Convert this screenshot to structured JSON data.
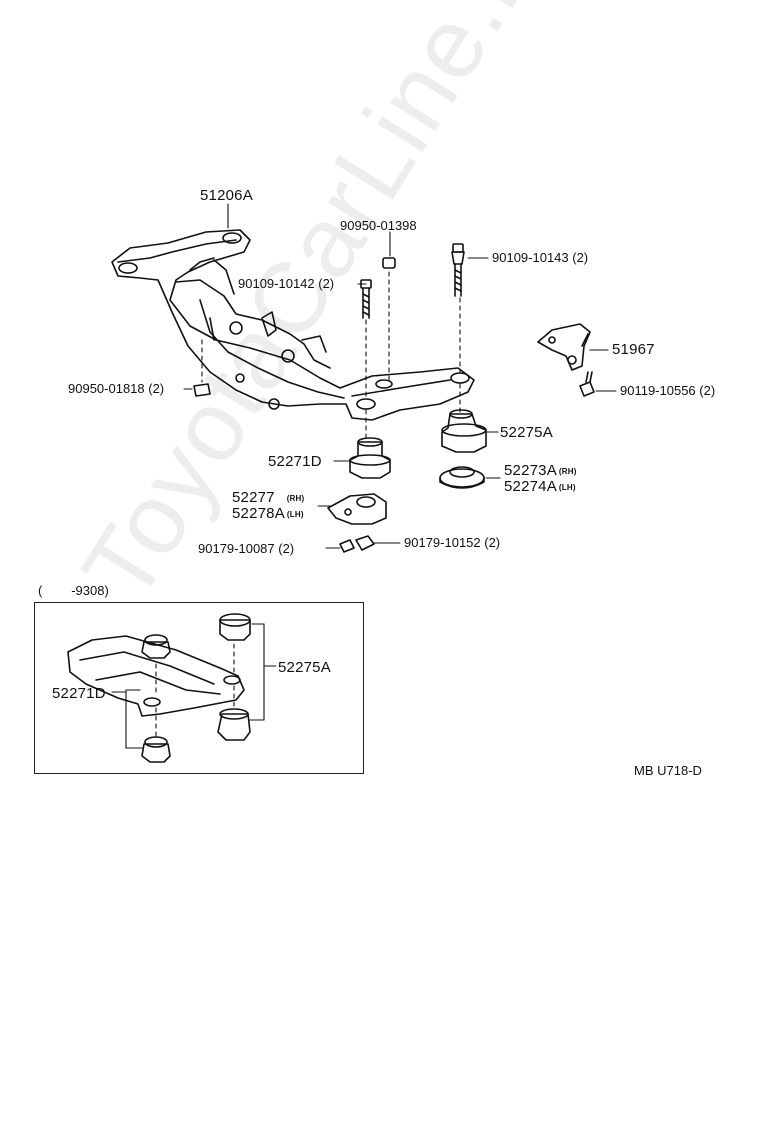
{
  "diagram": {
    "watermark_text": "ToyotaCarLine.ru",
    "code": "MB U718-D",
    "inset_label": "(        -9308)",
    "parts": {
      "crossmember": "51206A",
      "nut_top": "90950-01398",
      "bolt_left": "90109-10142 (2)",
      "bolt_right": "90109-10143 (2)",
      "bracket": "51967",
      "bolt_bracket": "90119-10556 (2)",
      "nut_left": "90950-01818 (2)",
      "cushion_front": "52271D",
      "cushion_rear": "52275A",
      "stopper_rh": "52273A",
      "stopper_lh": "52274A",
      "retainer_rh": "52277",
      "retainer_lh": "52278A",
      "nut_small_left": "90179-10087 (2)",
      "nut_small_right": "90179-10152 (2)",
      "inset_cushion_front": "52271D",
      "inset_cushion_rear": "52275A"
    },
    "side_markers": {
      "rh": "(RH)",
      "lh": "(LH)"
    }
  }
}
